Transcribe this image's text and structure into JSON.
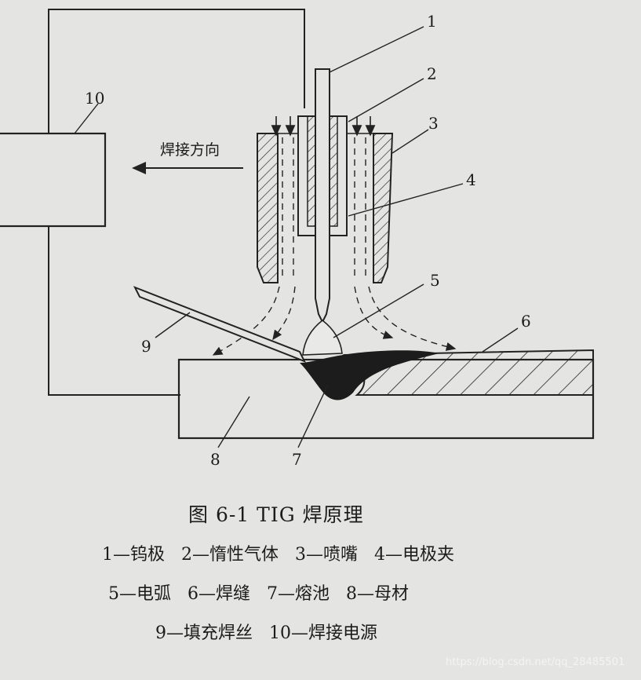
{
  "diagram": {
    "direction_label": "焊接方向",
    "part_numbers": [
      "1",
      "2",
      "3",
      "4",
      "5",
      "6",
      "7",
      "8",
      "9",
      "10"
    ]
  },
  "caption": {
    "title": "图 6-1    TIG 焊原理",
    "legend": [
      {
        "num": "1",
        "text": "钨极"
      },
      {
        "num": "2",
        "text": "惰性气体"
      },
      {
        "num": "3",
        "text": "喷嘴"
      },
      {
        "num": "4",
        "text": "电极夹"
      },
      {
        "num": "5",
        "text": "电弧"
      },
      {
        "num": "6",
        "text": "焊缝"
      },
      {
        "num": "7",
        "text": "熔池"
      },
      {
        "num": "8",
        "text": "母材"
      },
      {
        "num": "9",
        "text": "填充焊丝"
      },
      {
        "num": "10",
        "text": "焊接电源"
      }
    ]
  },
  "watermark": "https://blog.csdn.net/qq_28485501"
}
